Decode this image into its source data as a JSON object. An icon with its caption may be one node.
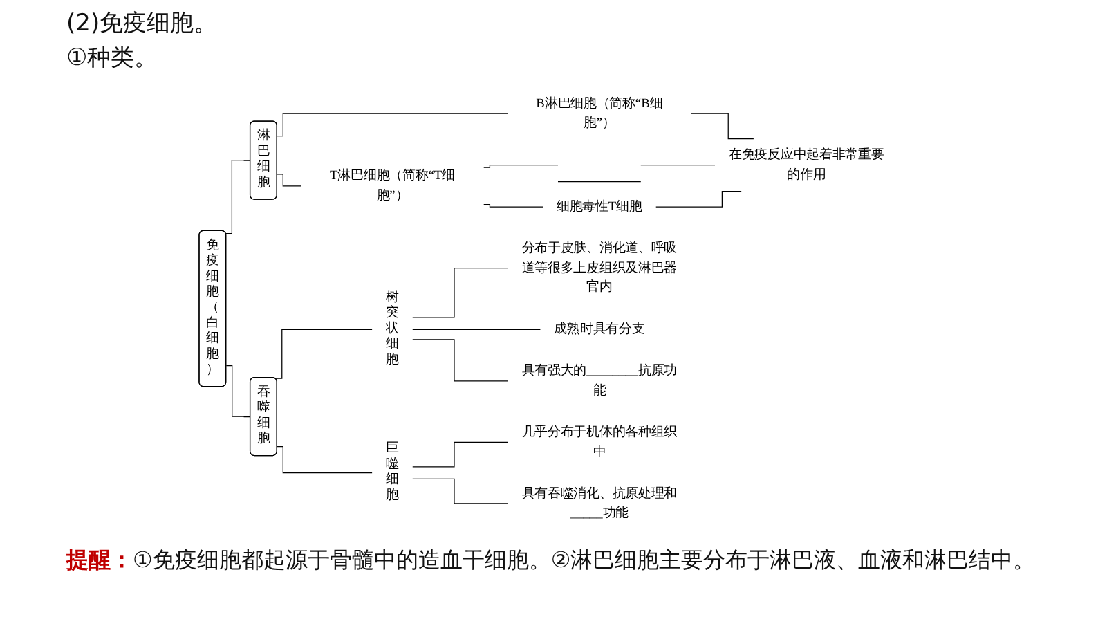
{
  "diagram": {
    "title": "(2)免疫细胞。",
    "nodes": [
      {
        "text": [
          "免疫细胞（白细胞）"
        ]
      },
      {
        "text": [
          "淋巴细胞"
        ]
      },
      {
        "text": [
          "B淋巴细胞（简称“B细胞”）"
        ]
      },
      {
        "text": [
          "T淋巴细胞（简称“T细胞”）"
        ]
      },
      {
        "text": [],
        "shape": "line"
      },
      {
        "text": [
          "细胞毒性T细胞"
        ]
      },
      {
        "text": [
          "在免疫反应中起着非常重要的作用"
        ]
      },
      {
        "text": [
          "吞噬细胞"
        ]
      },
      {
        "text": [
          "树突状细胞"
        ]
      },
      {
        "text": [
          "分布于皮肤、消化道、呼吸道等很多上皮组织及淋巴器官内"
        ]
      },
      {
        "text": [
          "成熟时具有分支"
        ]
      },
      {
        "text": [
          "具有强大的________抗原功能"
        ]
      },
      {
        "text": [
          "巨噬细胞"
        ]
      },
      {
        "text": [
          "几乎分布于机体的各种组织中"
        ]
      },
      {
        "text": [
          "具有吞噬消化、抗原处理和_____功能"
        ]
      }
    ],
    "edges": [
      {
        "from": 0,
        "to": 1,
        "arrow": "none"
      },
      {
        "from": 0,
        "to": 7,
        "arrow": "none"
      },
      {
        "from": 1,
        "to": 2,
        "arrow": "none"
      },
      {
        "from": 1,
        "to": 3,
        "arrow": "none"
      },
      {
        "from": 2,
        "to": 6,
        "arrow": "none"
      },
      {
        "from": 3,
        "to": 4,
        "arrow": "none"
      },
      {
        "from": 3,
        "to": 5,
        "arrow": "none"
      },
      {
        "from": 4,
        "to": 6,
        "arrow": "none"
      },
      {
        "from": 5,
        "to": 6,
        "arrow": "none"
      },
      {
        "from": 7,
        "to": 8,
        "arrow": "none"
      },
      {
        "from": 7,
        "to": 12,
        "arrow": "none"
      },
      {
        "from": 8,
        "to": 9,
        "arrow": "none"
      },
      {
        "from": 8,
        "to": 10,
        "arrow": "none"
      },
      {
        "from": 8,
        "to": 11,
        "arrow": "none"
      },
      {
        "from": 12,
        "to": 13,
        "arrow": "none"
      },
      {
        "from": 12,
        "to": 14,
        "arrow": "none"
      }
    ],
    "labels": [
      "①种类。"
    ],
    "caption": "**提醒：**①免疫细胞都起源于骨髓中的造血干细胞。②淋巴细胞主要分布于淋巴液、血液和淋巴结中。"
  }
}
